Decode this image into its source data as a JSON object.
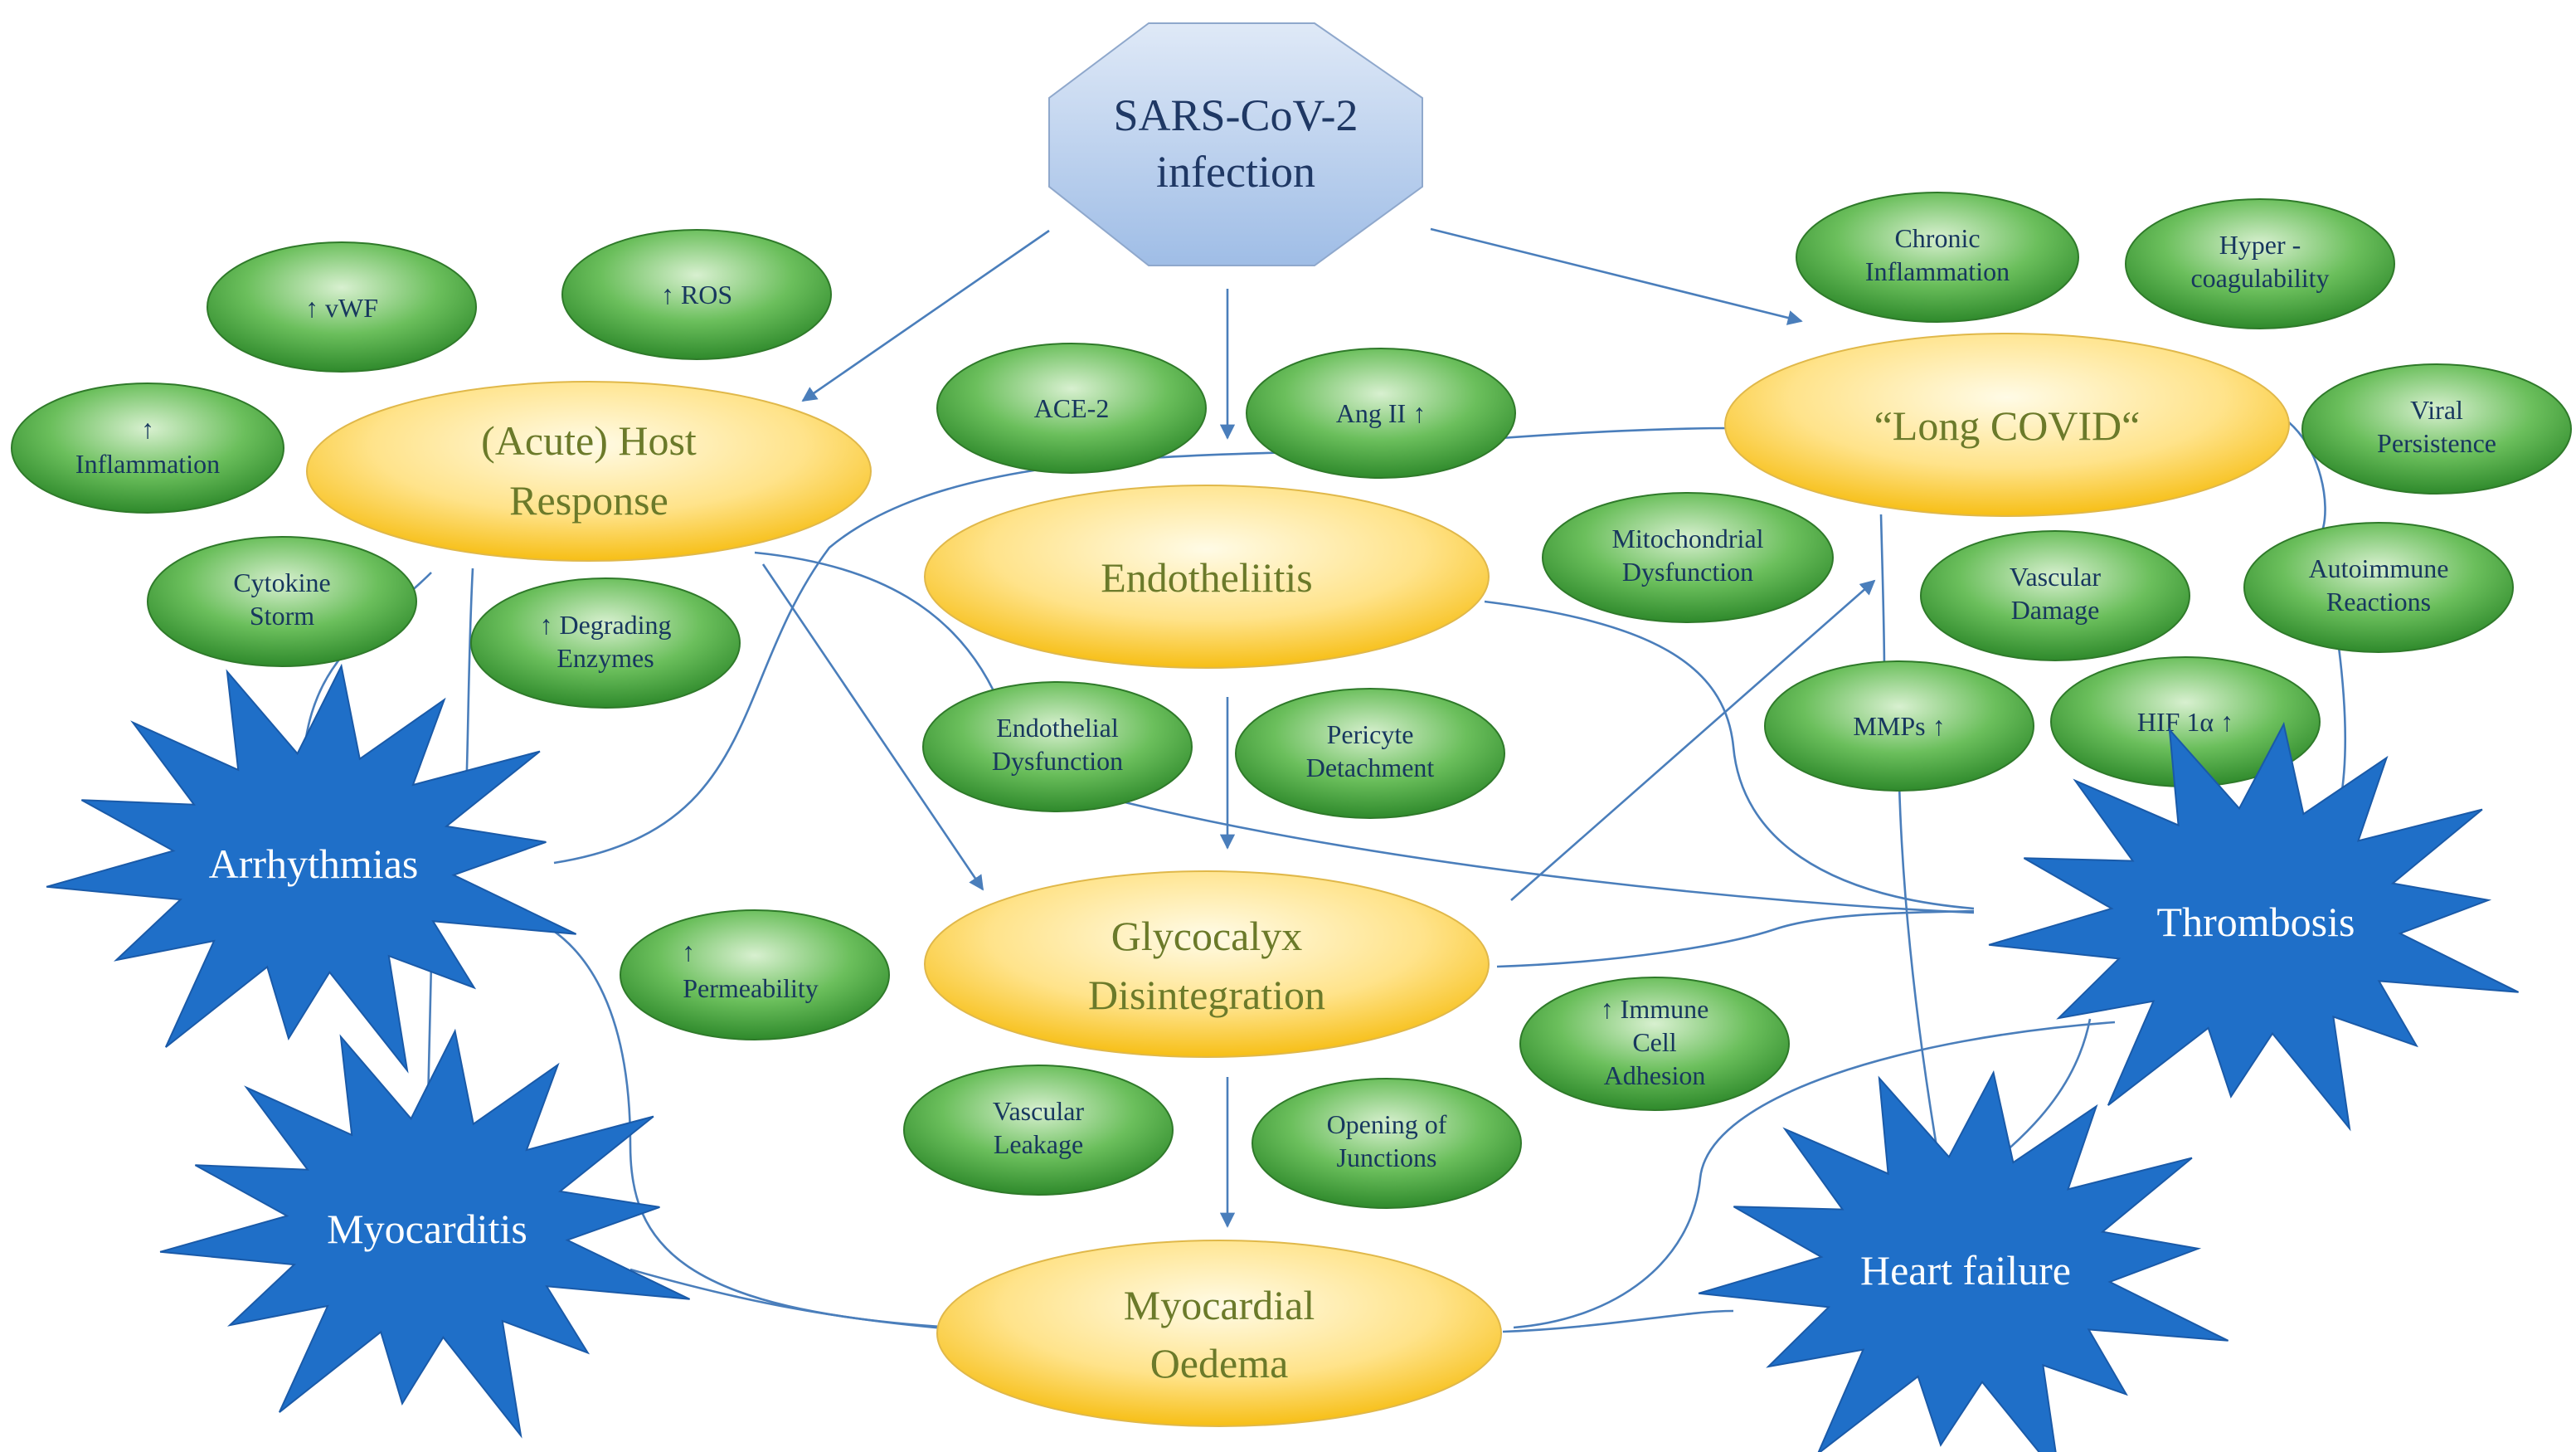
{
  "colors": {
    "green_fill": "#3f9a3a",
    "yellow_fill": "#ffc000",
    "star_fill": "#1f6fc8",
    "top_fill": "#a9c4e8",
    "connector": "#4a7ebb"
  },
  "top_node": {
    "line1": "SARS-CoV-2",
    "line2": "infection"
  },
  "yellow_nodes": {
    "acute_host": {
      "line1": "(Acute) Host",
      "line2": "Response"
    },
    "endotheliitis": {
      "line1": "Endotheliitis"
    },
    "glycocalyx": {
      "line1": "Glycocalyx",
      "line2": "Disintegration"
    },
    "myocardial_oedema": {
      "line1": "Myocardial",
      "line2": "Oedema"
    },
    "long_covid": {
      "line1": "“Long COVID“"
    }
  },
  "outcomes": {
    "arrhythmias": "Arrhythmias",
    "myocarditis": "Myocarditis",
    "thrombosis": "Thrombosis",
    "heart_failure": "Heart failure"
  },
  "green_nodes": {
    "vwf": {
      "line1": "↑ vWF"
    },
    "ros": {
      "line1": "↑ ROS"
    },
    "inflammation": {
      "line1": "↑",
      "line2": "Inflammation"
    },
    "cytokine_storm": {
      "line1": "Cytokine",
      "line2": "Storm"
    },
    "degrading_enzymes": {
      "line1": "↑ Degrading",
      "line2": "Enzymes"
    },
    "ace2": {
      "line1": "ACE-2"
    },
    "ang_ii": {
      "line1": "Ang II ↑"
    },
    "endothelial_dysfunction": {
      "line1": "Endothelial",
      "line2": "Dysfunction"
    },
    "pericyte_detachment": {
      "line1": "Pericyte",
      "line2": "Detachment"
    },
    "permeability": {
      "line1": "↑",
      "line2": "Permeability"
    },
    "immune_cell_adhesion": {
      "line1": "↑ Immune",
      "line2": "Cell",
      "line3": "Adhesion"
    },
    "vascular_leakage": {
      "line1": "Vascular",
      "line2": "Leakage"
    },
    "opening_junctions": {
      "line1": "Opening of",
      "line2": "Junctions"
    },
    "mitochondrial_dysfunction": {
      "line1": "Mitochondrial",
      "line2": "Dysfunction"
    },
    "chronic_inflammation": {
      "line1": "Chronic",
      "line2": "Inflammation"
    },
    "hypercoagulability": {
      "line1": "Hyper -",
      "line2": "coagulability"
    },
    "viral_persistence": {
      "line1": "Viral",
      "line2": "Persistence"
    },
    "vascular_damage": {
      "line1": "Vascular",
      "line2": "Damage"
    },
    "autoimmune_reactions": {
      "line1": "Autoimmune",
      "line2": "Reactions"
    },
    "mmps": {
      "line1": "MMPs ↑"
    },
    "hif1a": {
      "line1": "HIF 1α ↑"
    }
  }
}
